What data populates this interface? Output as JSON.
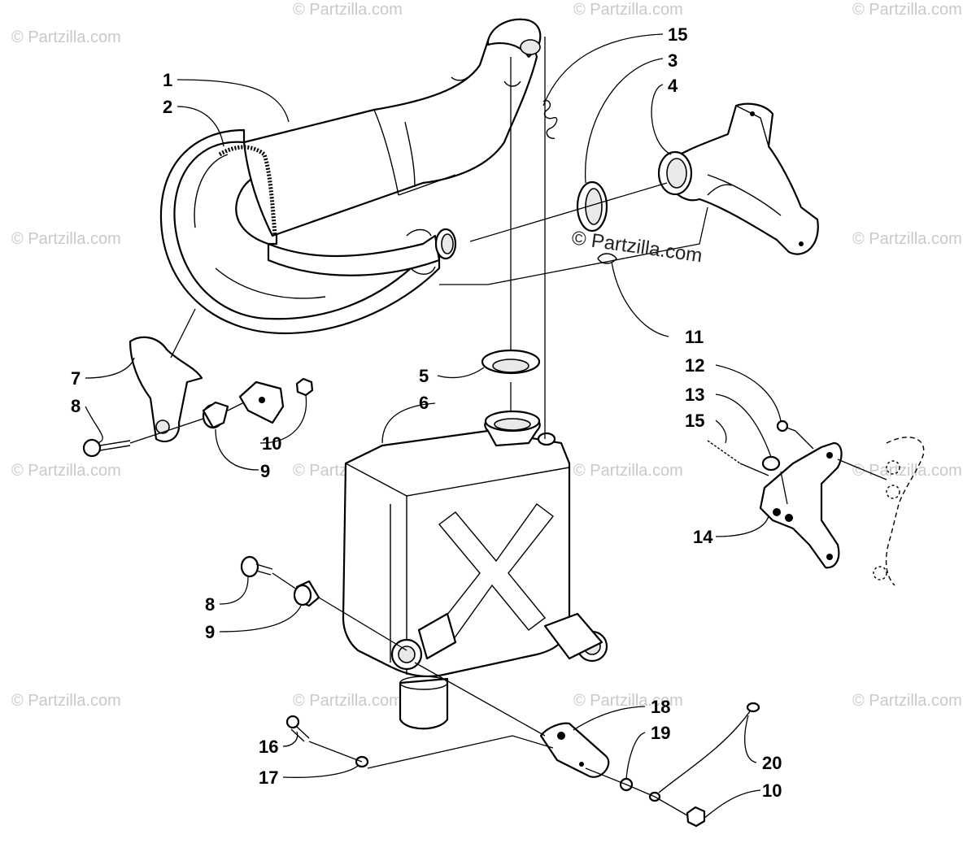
{
  "watermark": {
    "small_text": "© Partzilla.com",
    "large_text": "© Partzilla.com"
  },
  "callouts": [
    {
      "id": "c1",
      "label": "1"
    },
    {
      "id": "c2",
      "label": "2"
    },
    {
      "id": "c3",
      "label": "3"
    },
    {
      "id": "c4",
      "label": "4"
    },
    {
      "id": "c5",
      "label": "5"
    },
    {
      "id": "c6",
      "label": "6"
    },
    {
      "id": "c7",
      "label": "7"
    },
    {
      "id": "c8a",
      "label": "8"
    },
    {
      "id": "c8b",
      "label": "8"
    },
    {
      "id": "c9a",
      "label": "9"
    },
    {
      "id": "c9b",
      "label": "9"
    },
    {
      "id": "c10a",
      "label": "10"
    },
    {
      "id": "c10b",
      "label": "10"
    },
    {
      "id": "c11",
      "label": "11"
    },
    {
      "id": "c12",
      "label": "12"
    },
    {
      "id": "c13",
      "label": "13"
    },
    {
      "id": "c14",
      "label": "14"
    },
    {
      "id": "c15a",
      "label": "15"
    },
    {
      "id": "c15b",
      "label": "15"
    },
    {
      "id": "c16",
      "label": "16"
    },
    {
      "id": "c17",
      "label": "17"
    },
    {
      "id": "c18",
      "label": "18"
    },
    {
      "id": "c19",
      "label": "19"
    },
    {
      "id": "c20",
      "label": "20"
    }
  ]
}
